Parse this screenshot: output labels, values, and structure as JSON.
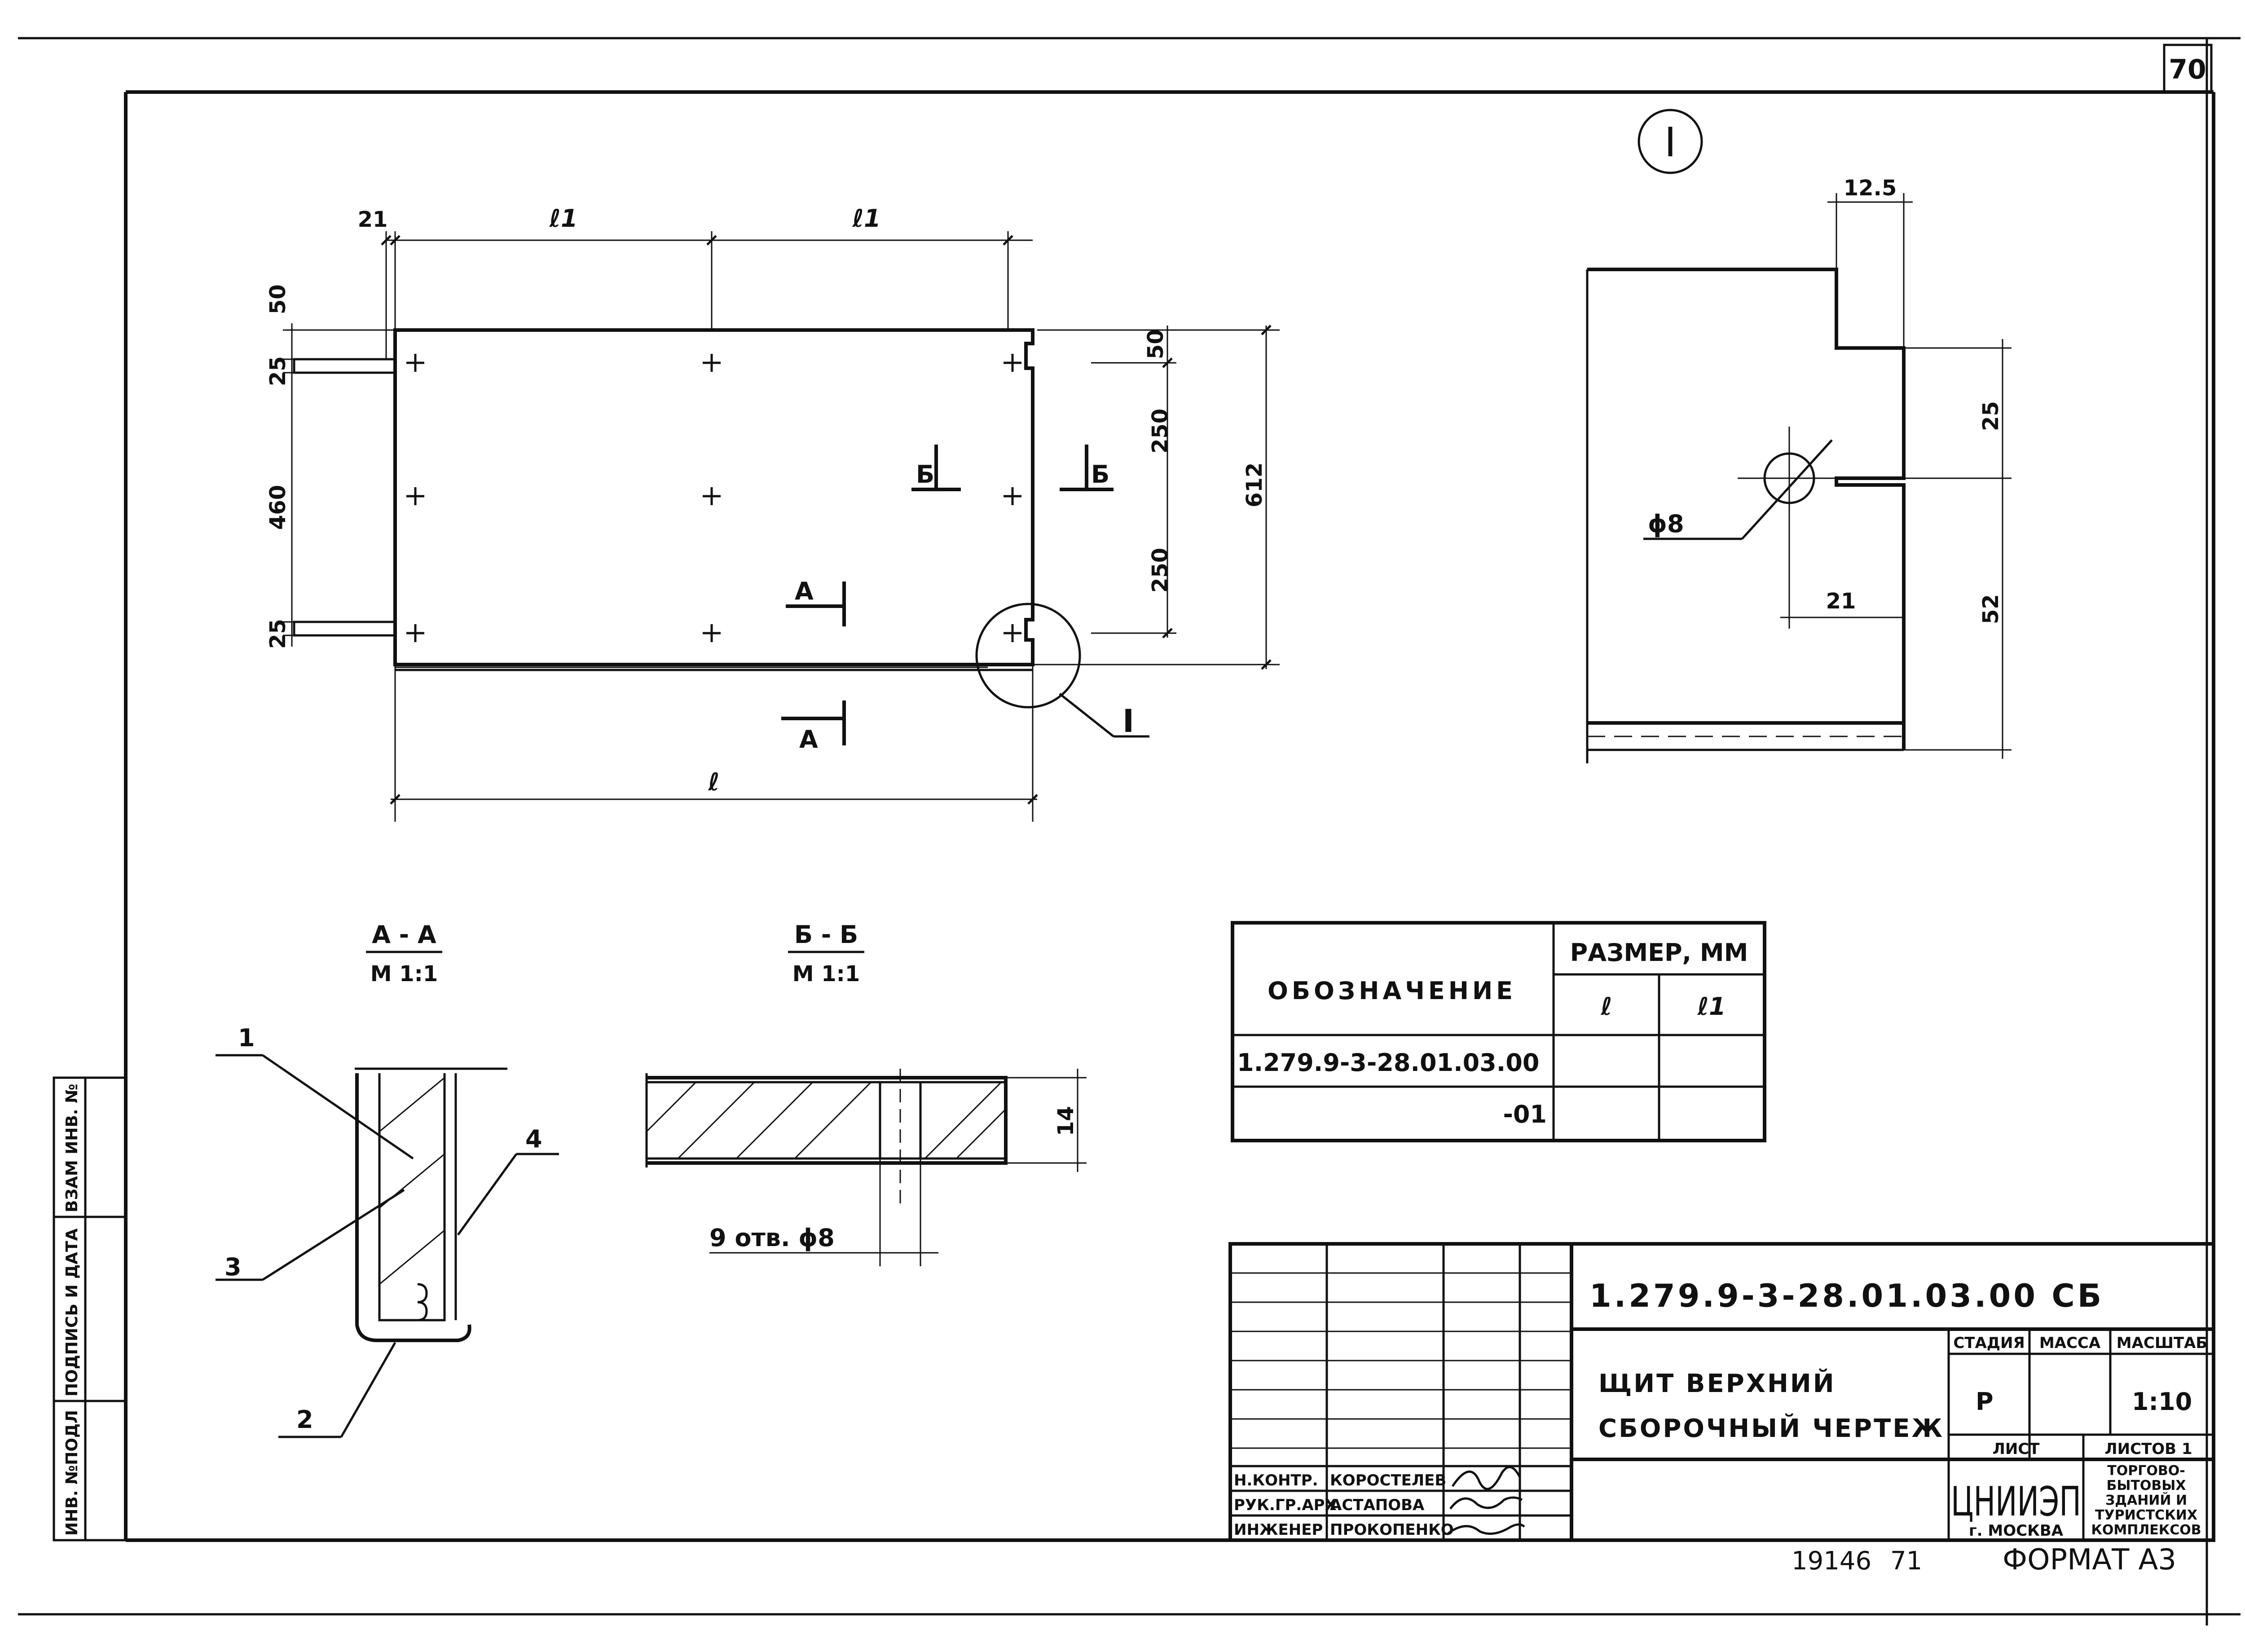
{
  "page_number": "70",
  "detail_callout": "I",
  "main_view": {
    "dims": {
      "d21": "21",
      "l1_a": "ℓ1",
      "l1_b": "ℓ1",
      "d50_left": "50",
      "d25_top": "25",
      "d460": "460",
      "d25_bot": "25",
      "d50_right": "50",
      "d250_top": "250",
      "d250_bot": "250",
      "d612": "612",
      "l": "ℓ"
    },
    "section_marks": {
      "b_left": "Б",
      "b_right": "Б",
      "a_top": "А",
      "a_bot": "А"
    },
    "detail_ref": "I"
  },
  "detail_view": {
    "dims": {
      "d12_5": "12.5",
      "d25": "25",
      "d52": "52",
      "d21": "21",
      "hole": "ϕ8"
    }
  },
  "section_aa": {
    "title": "А - А",
    "scale": "М 1:1",
    "callouts": [
      "1",
      "3",
      "4",
      "2"
    ]
  },
  "section_bb": {
    "title": "Б - Б",
    "scale": "М 1:1",
    "dim_14": "14",
    "holes": "9 отв. ϕ8"
  },
  "size_table": {
    "header_designation": "ОБОЗНАЧЕНИЕ",
    "header_size": "РАЗМЕР, ММ",
    "col_l": "ℓ",
    "col_l1": "ℓ1",
    "rows": [
      {
        "designation": "1.279.9-3-28.01.03.00",
        "l": "",
        "l1": ""
      },
      {
        "designation": "-01",
        "l": "",
        "l1": ""
      }
    ]
  },
  "title_block": {
    "code": "1.279.9-3-28.01.03.00 СБ",
    "title_line1": "ЩИТ ВЕРХНИЙ",
    "title_line2": "СБОРОЧНЫЙ ЧЕРТЕЖ",
    "stage_label": "СТАДИЯ",
    "mass_label": "МАССА",
    "scale_label": "МАСШТАБ",
    "stage": "Р",
    "mass": "",
    "scale": "1:10",
    "sheet_label": "ЛИСТ",
    "sheets_label": "ЛИСТОВ 1",
    "org_name": "ЦНИИЭП",
    "org_city": "г. МОСКВА",
    "org_desc": [
      "ТОРГОВО-",
      "БЫТОВЫХ",
      "ЗДАНИЙ И",
      "ТУРИСТСКИХ",
      "КОМПЛЕКСОВ"
    ],
    "staff": [
      {
        "role": "Н.КОНТР.",
        "name": "КОРОСТЕЛЕВ"
      },
      {
        "role": "РУК.ГР.АРХ.",
        "name": "АСТАПОВА"
      },
      {
        "role": "ИНЖЕНЕР",
        "name": "ПРОКОПЕНКО"
      }
    ]
  },
  "side_stamp": [
    "ИНВ. №ПОДЛ",
    "ПОДПИСЬ И ДАТА",
    "ВЗАМ ИНВ. №"
  ],
  "footer": {
    "inv": "19146",
    "num": "71",
    "format": "ФОРМАТ А3"
  }
}
